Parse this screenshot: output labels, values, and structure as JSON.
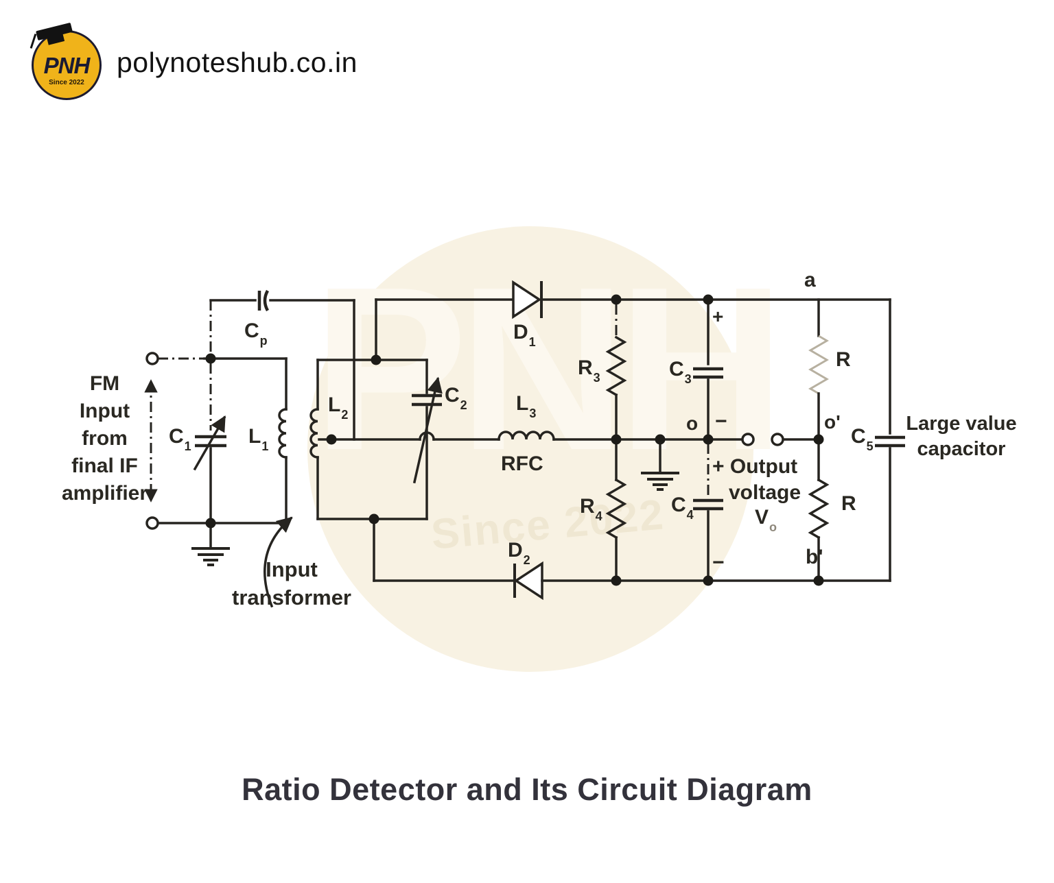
{
  "header": {
    "site": "polynoteshub.co.in",
    "logo": {
      "text": "PNH",
      "since": "Since 2022"
    }
  },
  "watermark": {
    "text": "PNH",
    "since": "Since 2022"
  },
  "caption": "Ratio Detector and Its Circuit Diagram",
  "colors": {
    "ink": "#262420",
    "logo_yellow": "#f0b31a",
    "watermark_disk": "#f8f2e3"
  },
  "circuit": {
    "fm": [
      "FM",
      "Input",
      "from",
      "final IF",
      "amplifier"
    ],
    "input_transformer": [
      "Input",
      "transformer"
    ],
    "large_capacitor": [
      "Large value",
      "capacitor"
    ],
    "output": [
      "+ Output",
      "voltage"
    ],
    "parts": {
      "c1": {
        "b": "C",
        "s": "1"
      },
      "cp": {
        "b": "C",
        "s": "p"
      },
      "l1": {
        "b": "L",
        "s": "1"
      },
      "l2": {
        "b": "L",
        "s": "2"
      },
      "c2": {
        "b": "C",
        "s": "2"
      },
      "d1": {
        "b": "D",
        "s": "1"
      },
      "d2": {
        "b": "D",
        "s": "2"
      },
      "l3": {
        "b": "L",
        "s": "3"
      },
      "rfc": "RFC",
      "r3": {
        "b": "R",
        "s": "3"
      },
      "r4": {
        "b": "R",
        "s": "4"
      },
      "c3": {
        "b": "C",
        "s": "3"
      },
      "c4": {
        "b": "C",
        "s": "4"
      },
      "c5": {
        "b": "C",
        "s": "5"
      },
      "r_top": "R",
      "r_bottom": "R",
      "vo": {
        "b": "V",
        "s": "o"
      }
    },
    "nodes": {
      "a": "a",
      "b_prime": "b'",
      "o": "o",
      "o_prime": "o'"
    },
    "polarity": {
      "c3_plus": "+",
      "c3_minus": "−",
      "c4_minus": "−"
    }
  }
}
